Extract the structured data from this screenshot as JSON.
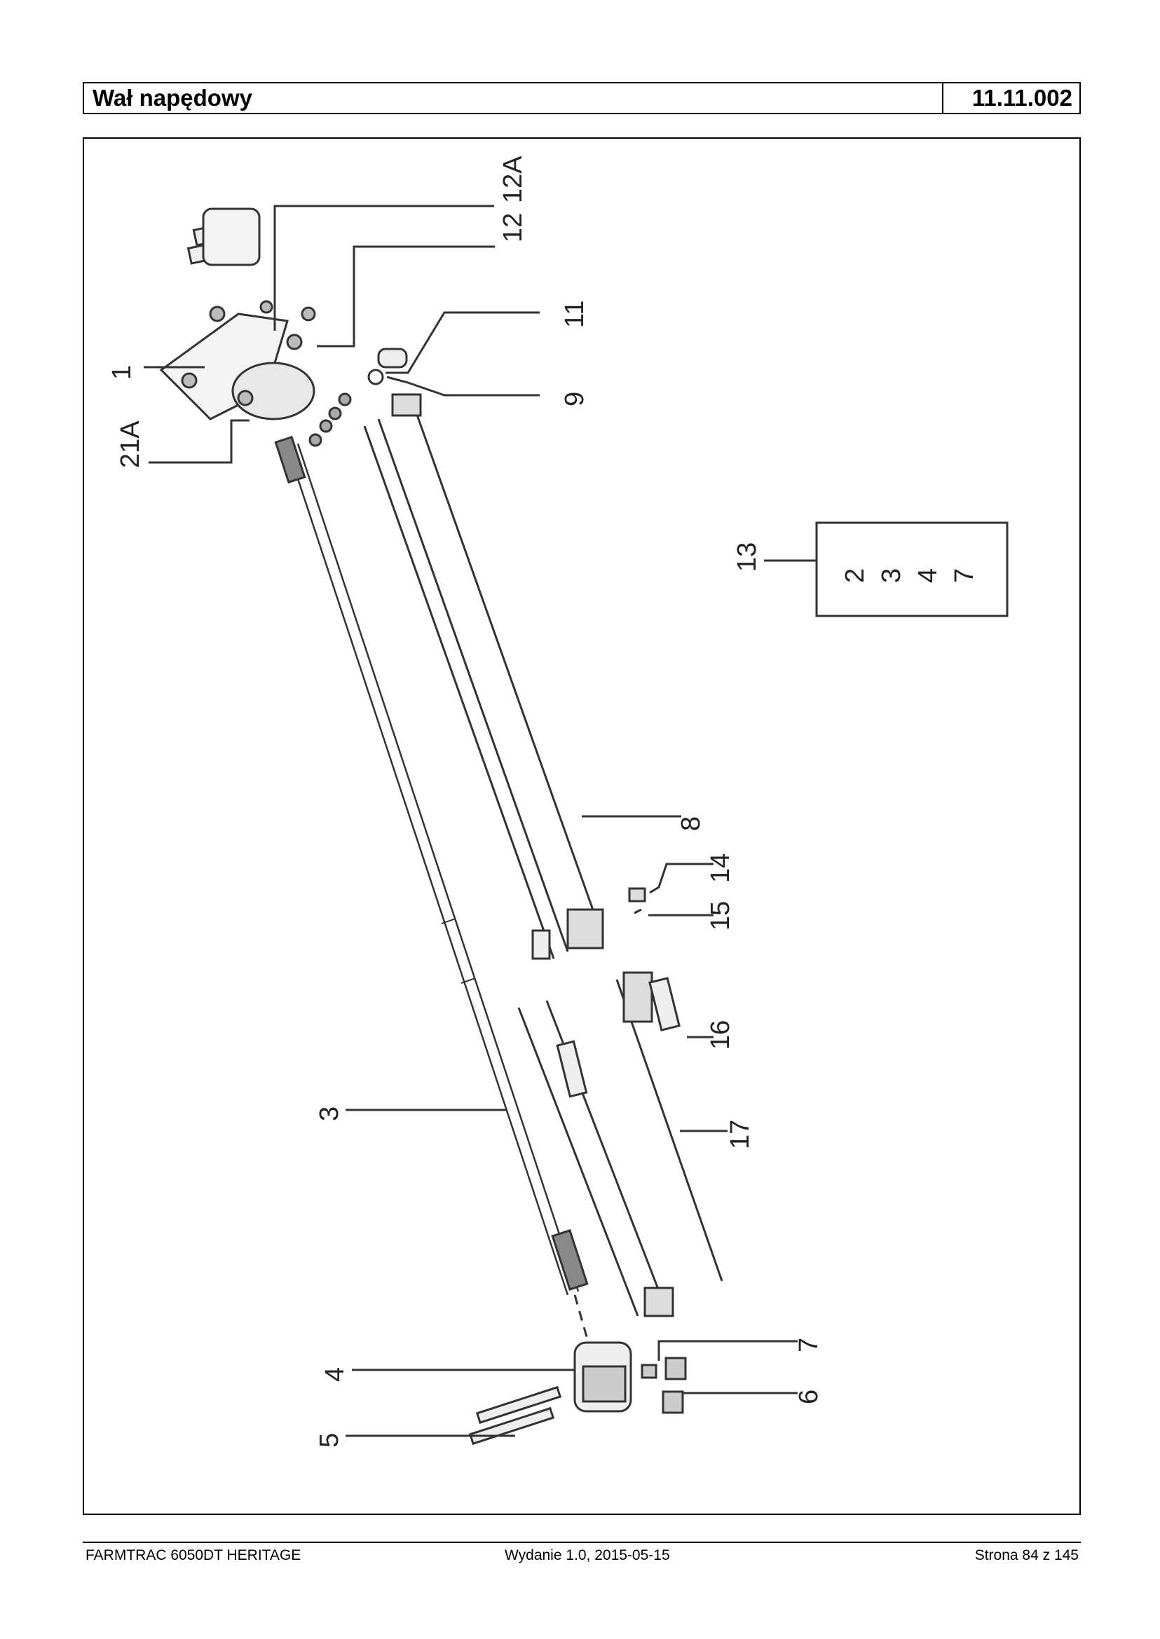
{
  "header": {
    "title": "Wał napędowy",
    "code": "11.11.002"
  },
  "callouts": {
    "c1": "1",
    "c2": "2",
    "c3": "3",
    "c3b": "3",
    "c4": "4",
    "c4b": "4",
    "c5": "5",
    "c6": "6",
    "c7": "7",
    "c7b": "7",
    "c8": "8",
    "c9": "9",
    "c11": "11",
    "c12": "12",
    "c12a": "12A",
    "c13": "13",
    "c14": "14",
    "c15": "15",
    "c16": "16",
    "c17": "17",
    "c21a": "21A"
  },
  "footer": {
    "left": "FARMTRAC 6050DT HERITAGE",
    "center": "Wydanie 1.0,  2015-05-15",
    "right": "Strona 84 z 145"
  }
}
